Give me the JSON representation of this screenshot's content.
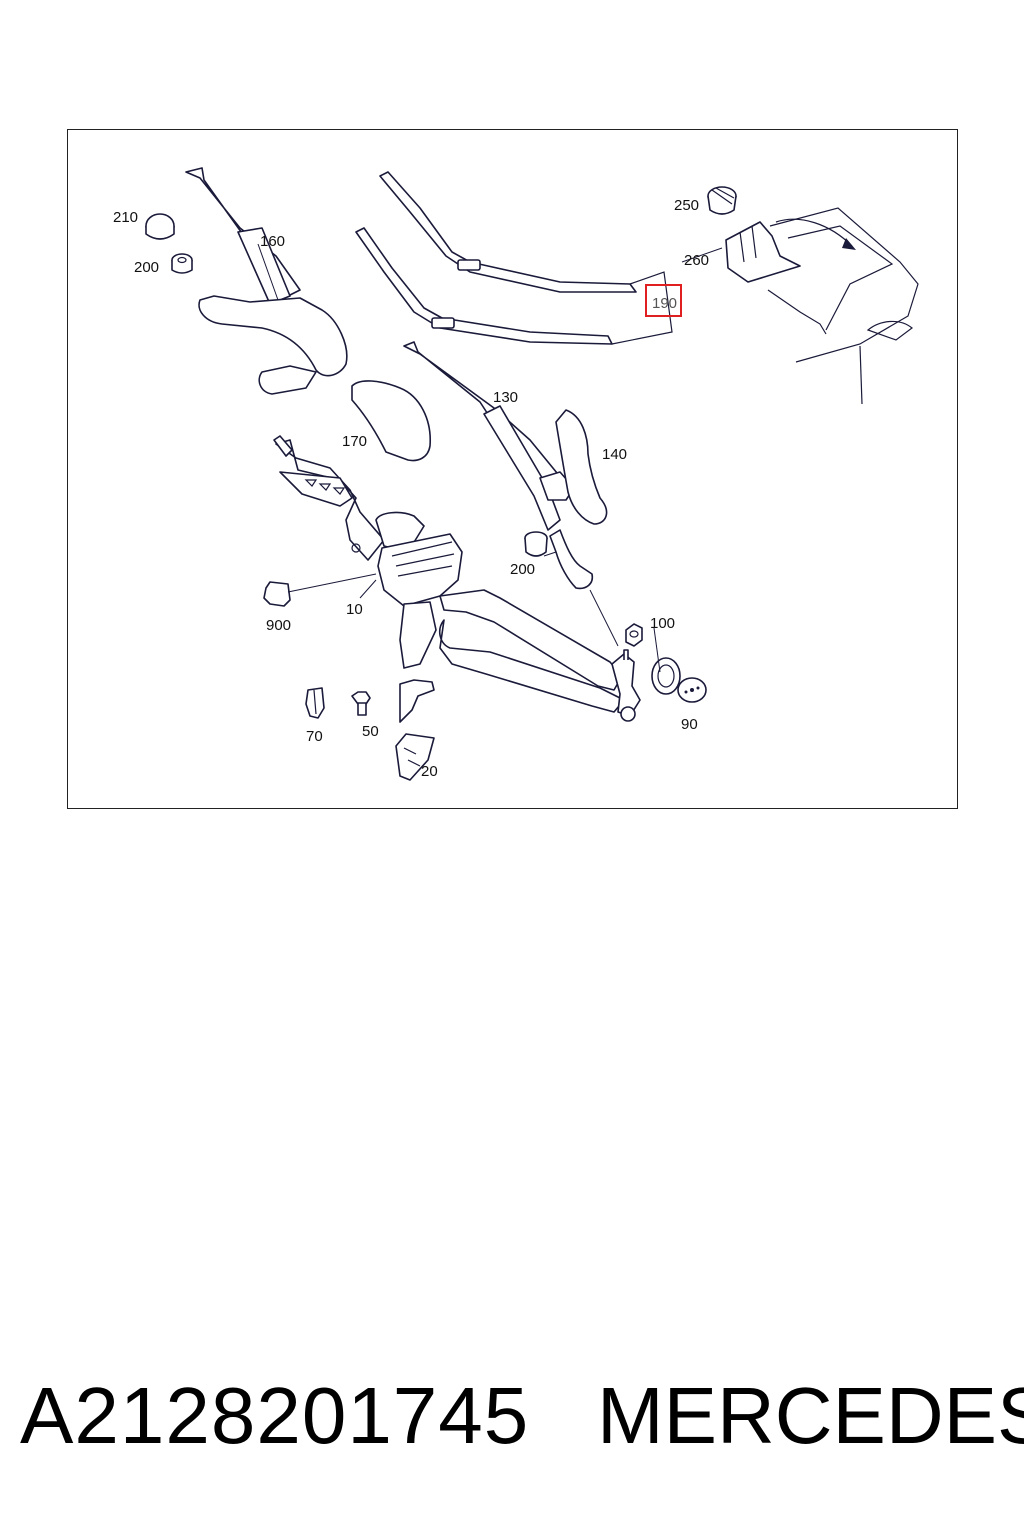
{
  "diagram": {
    "highlight_color": "#e02020",
    "line_color": "#1a1a3a",
    "callouts": {
      "c210": "210",
      "c160": "160",
      "c200a": "200",
      "c250": "250",
      "c260": "260",
      "c190": "190",
      "c130": "130",
      "c170": "170",
      "c140": "140",
      "c200b": "200",
      "c900": "900",
      "c10": "10",
      "c100": "100",
      "c90": "90",
      "c70": "70",
      "c50": "50",
      "c20": "20"
    },
    "highlighted_callout": "190"
  },
  "footer": {
    "part_number": "A2128201745",
    "brand": "MERCEDES"
  }
}
